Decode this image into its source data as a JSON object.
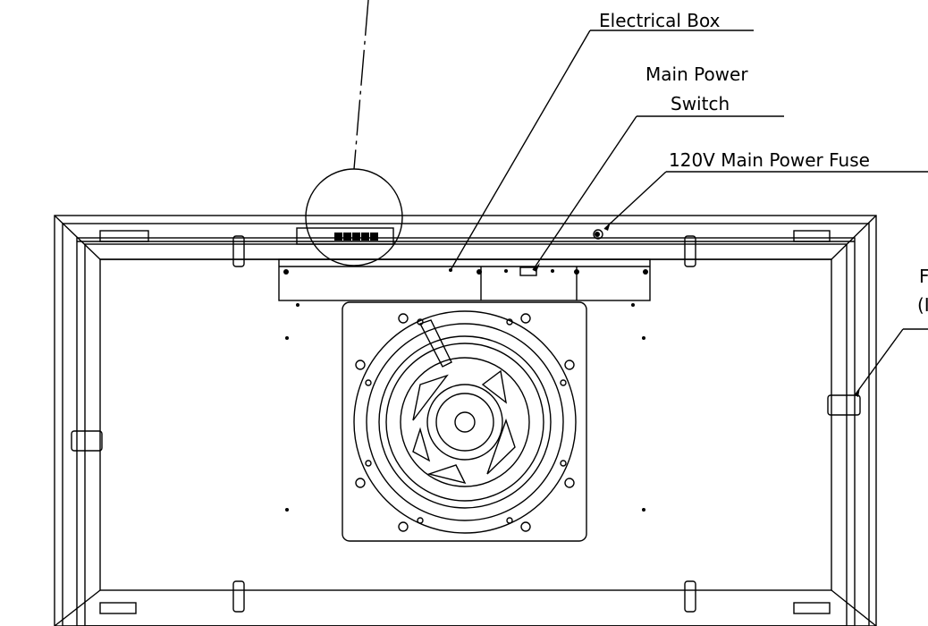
{
  "labels": {
    "electrical_box": "Electrical Box",
    "main_power_switch_line1": "Main Power",
    "main_power_switch_line2": "Switch",
    "main_power_fuse": "120V Main Power Fuse",
    "right_label_line1": "F",
    "right_label_line2": "(I"
  }
}
